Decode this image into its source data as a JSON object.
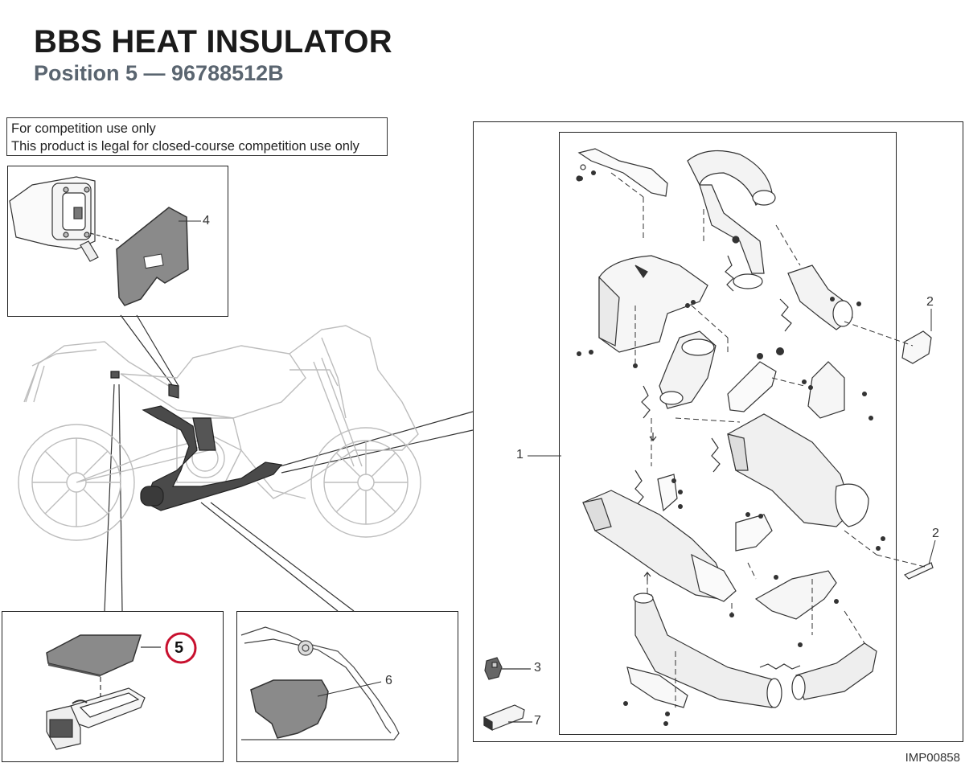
{
  "header": {
    "title": "BBS HEAT INSULATOR",
    "subtitle": "Position 5 — 96788512B"
  },
  "notice": {
    "line1": "For competition use only",
    "line2": "This product is legal for closed-course competition use only"
  },
  "callouts": {
    "c1": "1",
    "c2a": "2",
    "c2b": "2",
    "c3": "3",
    "c4": "4",
    "c5": "5",
    "c6": "6",
    "c7": "7"
  },
  "image_code": "IMP00858",
  "colors": {
    "highlight_ring": "#c8102e",
    "part_fill": "#8a8a8a",
    "line": "#222222"
  }
}
